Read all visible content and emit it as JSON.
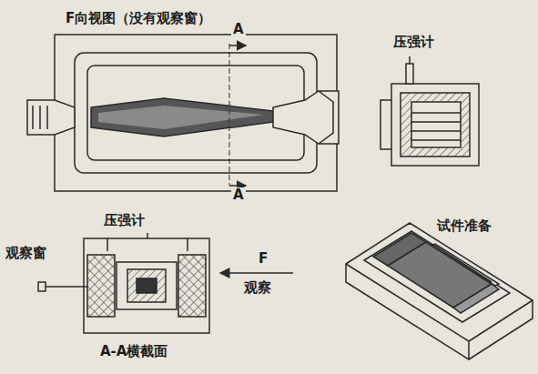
{
  "diagram": {
    "labels": [
      "F向视图（没有观察窗）",
      "A",
      "A",
      "压强计",
      "压强计",
      "观察窗",
      "F",
      "观察",
      "A-A横截面",
      "试件准备"
    ]
  }
}
